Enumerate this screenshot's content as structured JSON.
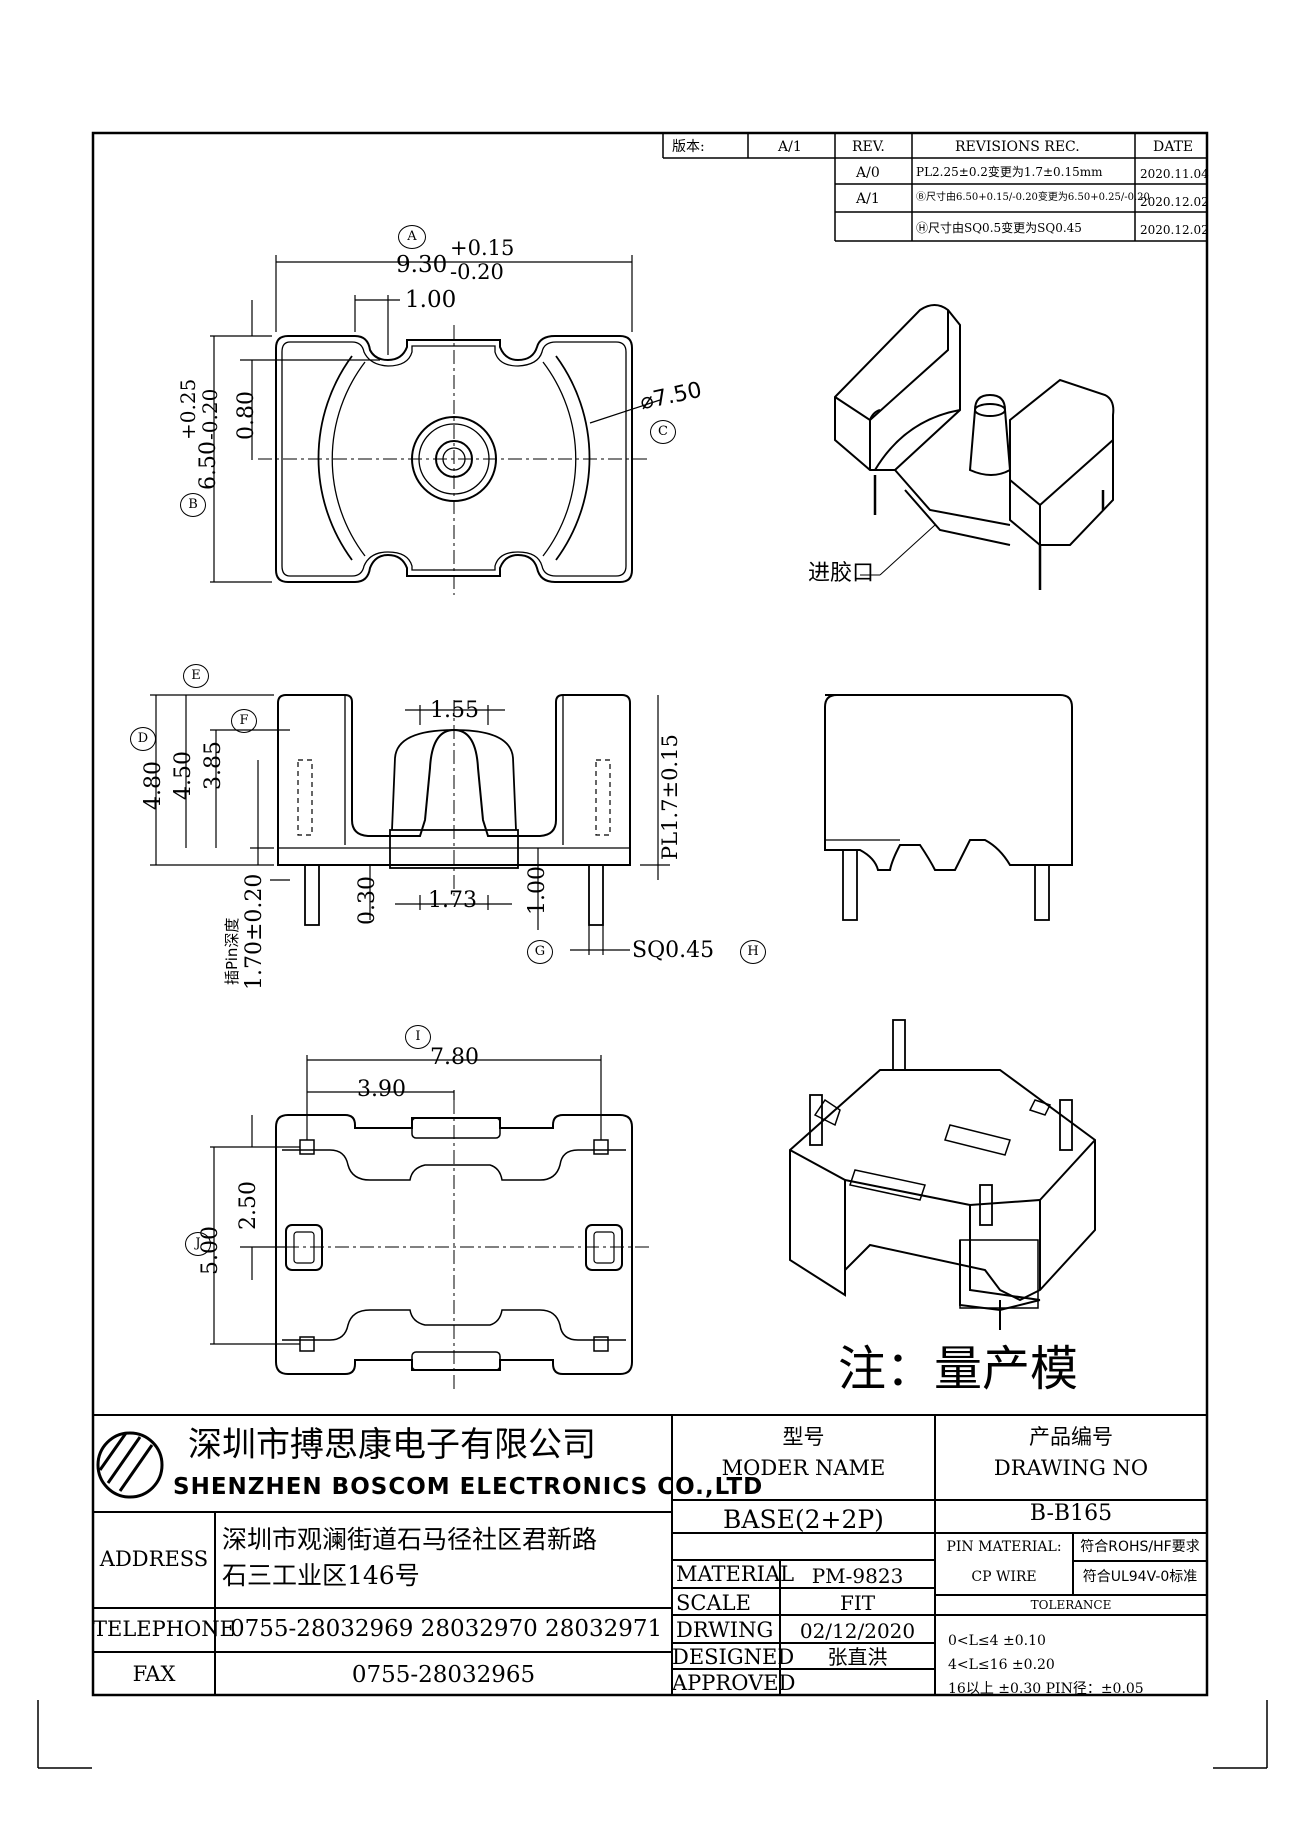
{
  "revision_table": {
    "version_label": "版本:",
    "version_value": "A/1",
    "col_rev": "REV.",
    "col_revisions": "REVISIONS REC.",
    "col_date": "DATE",
    "rows": [
      {
        "rev": "A/0",
        "text": "PL2.25±0.2变更为1.7±0.15mm",
        "date": "2020.11.04"
      },
      {
        "rev": "A/1",
        "text": "Ⓑ尺寸由6.50+0.15/-0.20变更为6.50+0.25/-0.20",
        "date": "2020.12.02"
      },
      {
        "rev": "",
        "text": "Ⓗ尺寸由SQ0.5变更为SQ0.45",
        "date": "2020.12.02"
      }
    ]
  },
  "top_view": {
    "dim_a": "9.30",
    "dim_a_tol_plus": "+0.15",
    "dim_a_tol_minus": "-0.20",
    "dim_100": "1.00",
    "dim_b": "6.50",
    "dim_b_tol_plus": "+0.25",
    "dim_b_tol_minus": "-0.20",
    "dim_080": "0.80",
    "dim_c": "⌀7.50",
    "marker_a": "A",
    "marker_b": "B",
    "marker_c": "C"
  },
  "iso_top": {
    "gate_label": "进胶口"
  },
  "front_view": {
    "dim_155": "1.55",
    "dim_pl": "PL1.7±0.15",
    "dim_480": "4.80",
    "dim_450": "4.50",
    "dim_385": "3.85",
    "dim_173": "1.73",
    "dim_030": "0.30",
    "dim_100b": "1.00",
    "dim_sq": "SQ0.45",
    "pin_depth_label": "插Pin深度",
    "pin_depth_value": "1.70±0.20",
    "marker_d": "D",
    "marker_e": "E",
    "marker_f": "F",
    "marker_g": "G",
    "marker_h": "H"
  },
  "bottom_view": {
    "dim_780": "7.80",
    "dim_390": "3.90",
    "dim_250": "2.50",
    "dim_500": "5.00",
    "marker_i": "I",
    "marker_j": "J"
  },
  "note": "注：量产模",
  "title_block": {
    "company_cn": "深圳市搏思康电子有限公司",
    "company_en": "SHENZHEN BOSCOM ELECTRONICS CO.,LTD",
    "address_label": "ADDRESS",
    "address_line1": "深圳市观澜街道石马径社区君新路",
    "address_line2": "石三工业区146号",
    "telephone_label": "TELEPHONE",
    "telephone_value": "0755-28032969 28032970 28032971",
    "fax_label": "FAX",
    "fax_value": "0755-28032965",
    "model_cn": "型号",
    "model_en": "MODER NAME",
    "drawing_cn": "产品编号",
    "drawing_en": "DRAWING NO",
    "model_value": "BASE(2+2P)",
    "drawing_value": "B-B165",
    "material_label": "MATERIAL",
    "material_value": "PM-9823",
    "scale_label": "SCALE",
    "scale_value": "FIT",
    "drwing_label": "DRWING",
    "drwing_value": "02/12/2020",
    "designed_label": "DESIGNED",
    "designed_value": "张直洪",
    "approved_label": "APPROVED",
    "approved_value": "",
    "pin_material_label": "PIN MATERIAL:",
    "pin_material_value": "CP WIRE",
    "rohs": "符合ROHS/HF要求",
    "ul": "符合UL94V-0标准",
    "tolerance_label": "TOLERANCE",
    "tol1": "0<L≤4 ±0.10",
    "tol2": "4<L≤16 ±0.20",
    "tol3": "16以上   ±0.30  PIN径：±0.05"
  }
}
